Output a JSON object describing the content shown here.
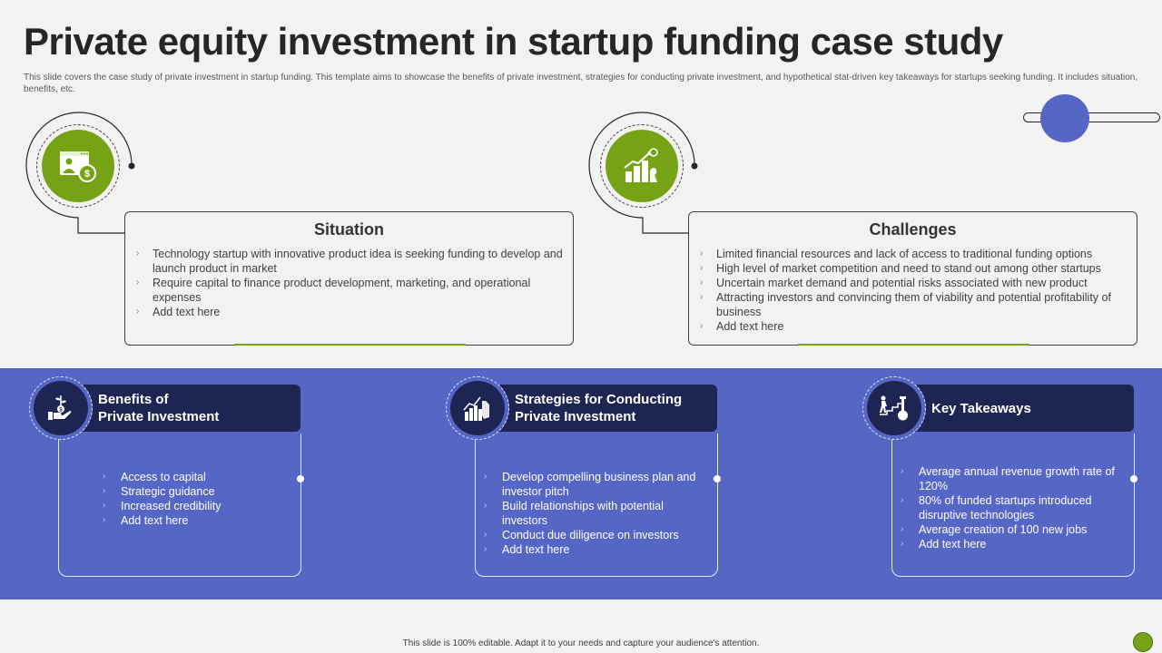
{
  "header": {
    "title": "Private equity investment in startup funding case study",
    "subtitle": "This slide covers the case study of private investment in startup funding. This template aims to showcase the benefits of private investment, strategies for conducting private investment, and hypothetical stat-driven key takeaways for startups seeking funding. It includes situation, benefits, etc."
  },
  "colors": {
    "green": "#76a316",
    "blue_band": "#5566c4",
    "navy": "#1f2552",
    "background": "#f2f2f2"
  },
  "situation": {
    "title": "Situation",
    "icon": "profile-money-icon",
    "items": [
      "Technology startup with  innovative  product idea is seeking funding to develop  and launch product in  market",
      "Require  capital to finance product  development,  marketing, and operational  expenses",
      "Add text here"
    ]
  },
  "challenges": {
    "title": "Challenges",
    "icon": "growth-chart-chess-icon",
    "items": [
      "Limited financial  resources  and lack of access to traditional funding  options",
      "High  level  of market competition and  need to stand out among  other startups",
      "Uncertain  market  demand  and  potential  risks associated with  new  product",
      "Attracting investors  and  convincing  them  of  viability  and  potential  profitability of  business",
      "Add text here"
    ]
  },
  "benefits": {
    "title_line1": "Benefits of",
    "title_line2": "Private Investment",
    "icon": "hand-money-plant-icon",
    "items": [
      "Access to capital",
      "Strategic guidance",
      "Increased  credibility",
      "Add text here"
    ]
  },
  "strategies": {
    "title_line1": "Strategies for Conducting",
    "title_line2": "Private Investment",
    "icon": "chart-hand-icon",
    "items": [
      "Develop   compelling business plan and investor  pitch",
      "Build relationships with potential  investors",
      "Conduct  due  diligence  on  investors",
      "Add text here"
    ]
  },
  "takeaways": {
    "title": "Key Takeaways",
    "icon": "stairs-goal-icon",
    "items": [
      "Average  annual  revenue  growth rate of 120%",
      "80% of funded  startups introduced disruptive  technologies",
      "Average  creation  of 100  new  jobs",
      "Add text here"
    ]
  },
  "footer": {
    "note": "This slide is 100% editable.  Adapt it to your needs and capture your audience's attention."
  }
}
